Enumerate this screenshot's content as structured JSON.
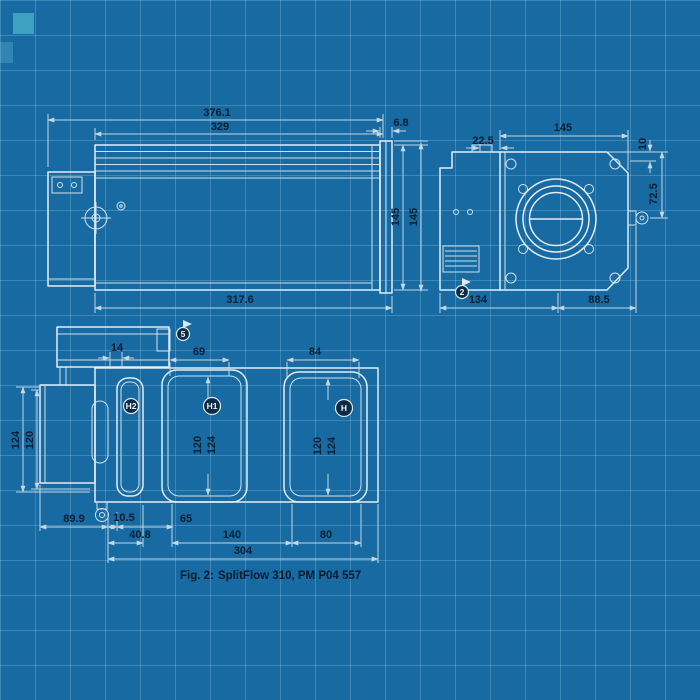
{
  "style": {
    "background": "#176aa2",
    "line_color": "#e3edf4",
    "text_color": "#0a1f33"
  },
  "figure": {
    "caption_label": "Fig. 2:",
    "caption_text": "SplitFlow 310, PM P04 557"
  },
  "side_view": {
    "dim_total_width": "376.1",
    "dim_body_width": "329",
    "dim_flange_thickness": "6.8",
    "dim_height_body": "145",
    "dim_height_flange": "145",
    "dim_bottom_width": "317.6"
  },
  "front_view": {
    "dim_offset": "22.5",
    "dim_width": "145",
    "dim_top_edge": "10",
    "dim_flange_center": "72.5",
    "dim_left_width": "134",
    "dim_right_width": "88.5",
    "balloon": "2"
  },
  "bottom_view": {
    "dim_port_small": "14",
    "dim_port_h1": "69",
    "dim_port_h": "84",
    "dim_height_outer": "124",
    "dim_height_inner": "120",
    "port_h1_dims": [
      "120",
      "124"
    ],
    "port_h_dims": [
      "120",
      "124"
    ],
    "dim_left": "89.9",
    "dim_a": "10.5",
    "dim_b": "65",
    "dim_c": "40.8",
    "dim_d": "140",
    "dim_e": "80",
    "dim_total": "304",
    "balloon": "5",
    "ports": {
      "h2": "H2",
      "h1": "H1",
      "h": "H"
    }
  }
}
